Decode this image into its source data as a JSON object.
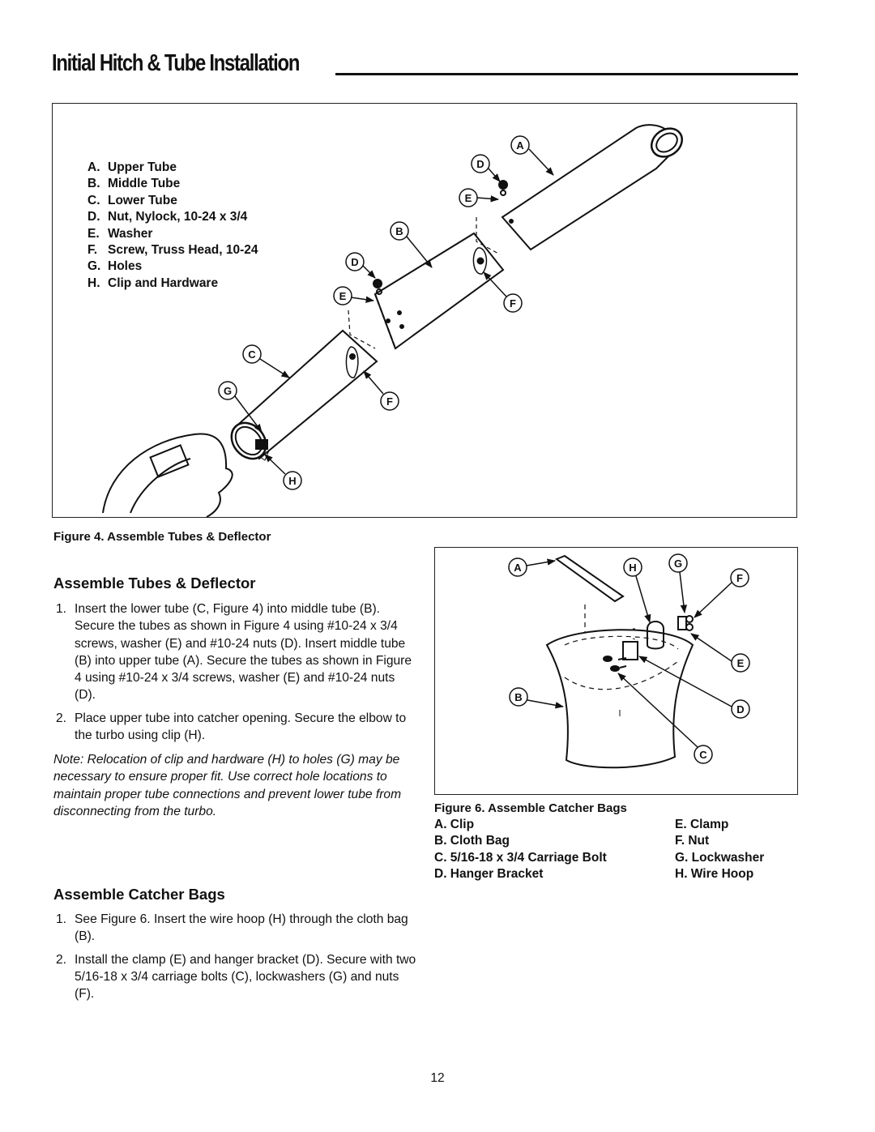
{
  "page_title": "Initial Hitch & Tube Installation",
  "figure4": {
    "legend": [
      {
        "letter": "A.",
        "text": "Upper Tube"
      },
      {
        "letter": "B.",
        "text": "Middle Tube"
      },
      {
        "letter": "C.",
        "text": "Lower Tube"
      },
      {
        "letter": "D.",
        "text": "Nut, Nylock, 10-24 x 3/4"
      },
      {
        "letter": "E.",
        "text": "Washer"
      },
      {
        "letter": "F.",
        "text": "Screw, Truss Head, 10-24"
      },
      {
        "letter": "G.",
        "text": "Holes"
      },
      {
        "letter": "H.",
        "text": "Clip and Hardware"
      }
    ],
    "callouts": {
      "a": "A",
      "d1": "D",
      "e1": "E",
      "b": "B",
      "d2": "D",
      "e2": "E",
      "f1": "F",
      "c": "C",
      "g": "G",
      "f2": "F",
      "h": "H"
    },
    "caption": "Figure 4. Assemble Tubes & Deflector"
  },
  "section1": {
    "heading": "Assemble Tubes & Deflector",
    "steps": [
      {
        "num": "1.",
        "text": "Insert the lower tube (C, Figure 4) into middle tube (B). Secure the tubes as shown in Figure 4 using #10-24 x 3/4 screws, washer (E) and #10-24 nuts (D). Insert middle tube (B) into upper tube (A). Secure the tubes as shown in Figure 4 using #10-24 x 3/4 screws, washer (E) and #10-24 nuts (D)."
      },
      {
        "num": "2.",
        "text": "Place upper tube into catcher opening. Secure the elbow to the turbo using clip (H)."
      }
    ],
    "note": "Note: Relocation of clip and hardware (H) to holes (G) may be necessary to ensure proper fit. Use correct hole locations to maintain proper tube connections and prevent lower tube from disconnecting from the turbo."
  },
  "section2": {
    "heading": "Assemble Catcher Bags",
    "steps": [
      {
        "num": "1.",
        "text": "See Figure 6. Insert the wire hoop (H) through the cloth bag (B)."
      },
      {
        "num": "2.",
        "text": "Install the clamp (E) and hanger bracket (D). Secure with two 5/16-18 x 3/4 carriage bolts (C), lockwashers (G) and nuts (F)."
      }
    ]
  },
  "figure6": {
    "callouts": {
      "a": "A",
      "h": "H",
      "g": "G",
      "f": "F",
      "e": "E",
      "b": "B",
      "d": "D",
      "c": "C"
    },
    "caption": "Figure 6. Assemble Catcher Bags",
    "legend_left": [
      "A. Clip",
      "B. Cloth Bag",
      "C. 5/16-18 x 3/4 Carriage Bolt",
      "D. Hanger Bracket"
    ],
    "legend_right": [
      "E. Clamp",
      "F. Nut",
      "G. Lockwasher",
      "H. Wire Hoop"
    ]
  },
  "page_number": "12"
}
